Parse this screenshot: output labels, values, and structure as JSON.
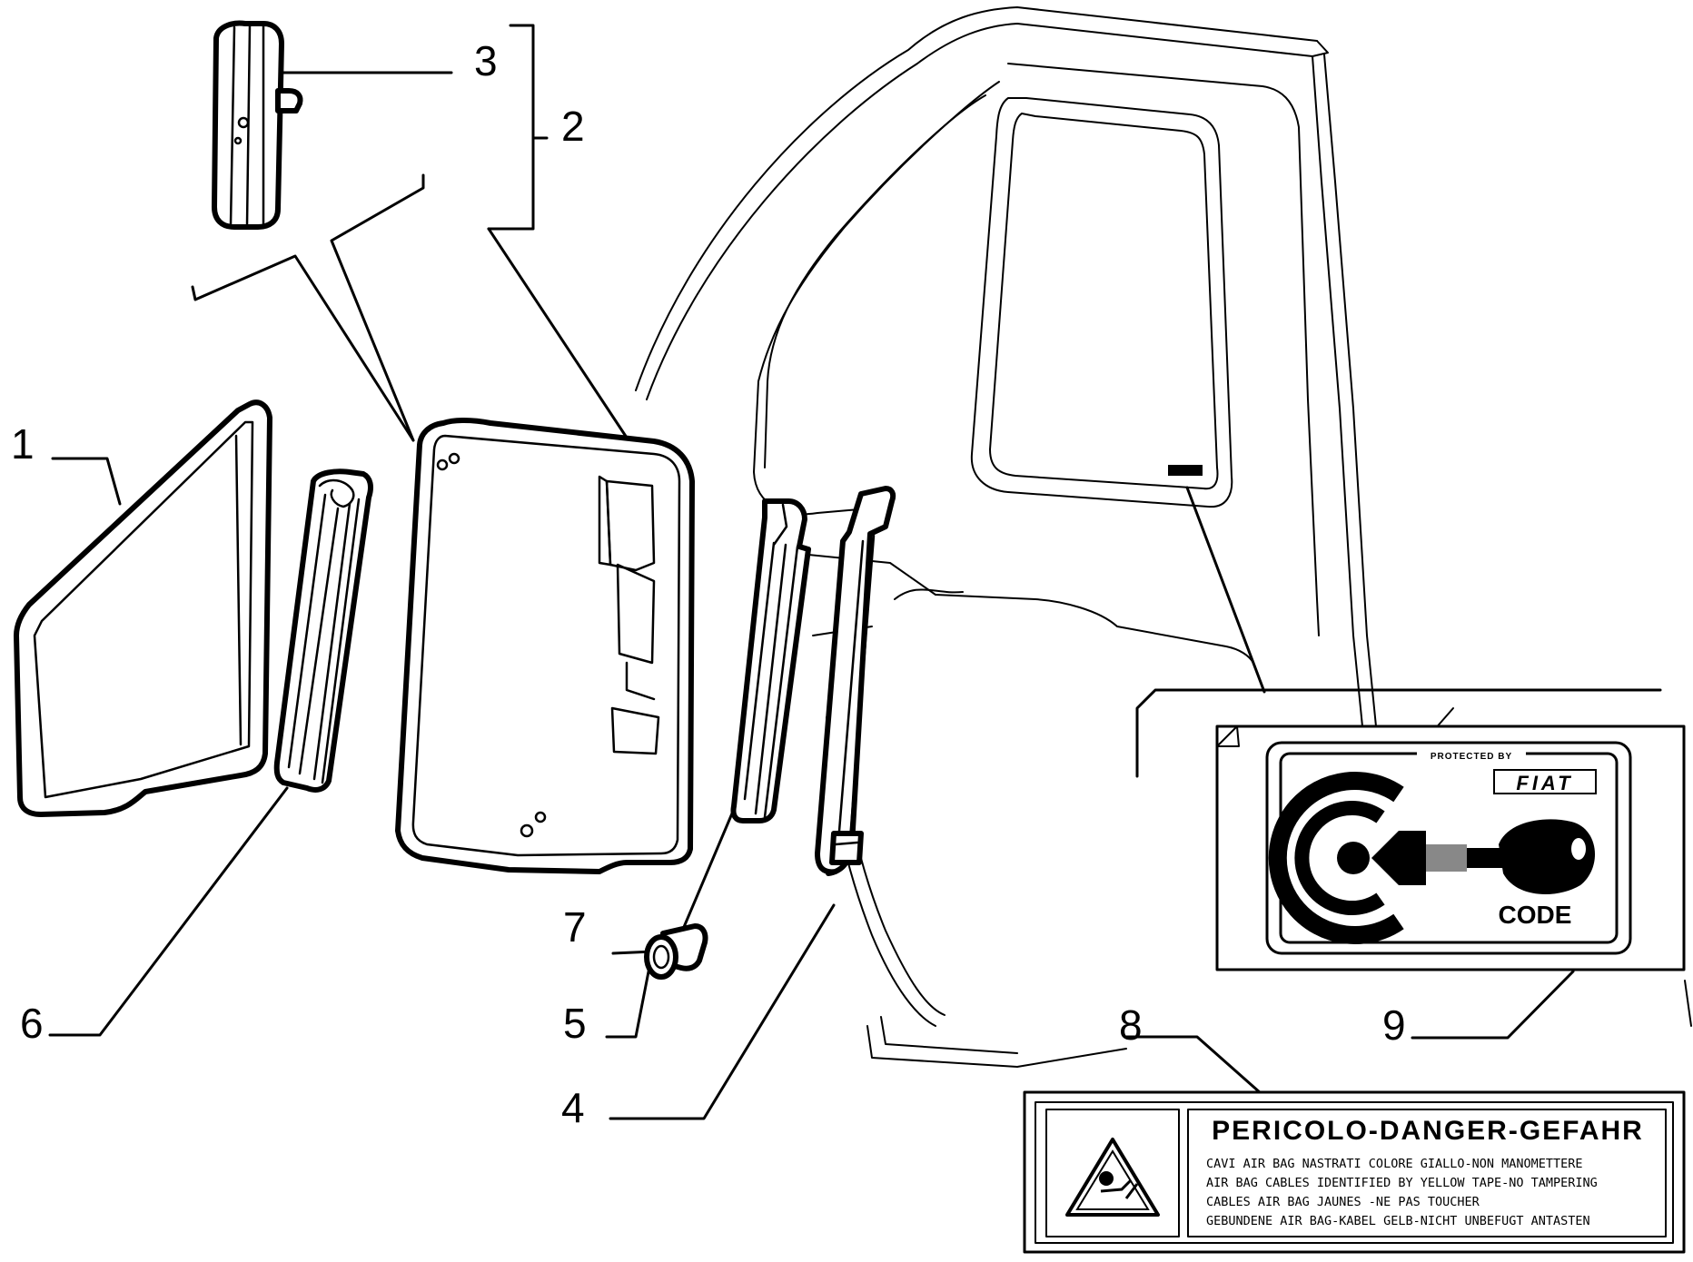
{
  "callouts": [
    "1",
    "2",
    "3",
    "4",
    "5",
    "6",
    "7",
    "8",
    "9"
  ],
  "danger_label": {
    "title": "PERICOLO-DANGER-GEFAHR",
    "lines": [
      "CAVI AIR BAG NASTRATI COLORE GIALLO-NON MANOMETTERE",
      "AIR BAG CABLES IDENTIFIED BY YELLOW TAPE-NO TAMPERING",
      "CABLES AIR BAG JAUNES -NE PAS TOUCHER",
      "GEBUNDENE AIR BAG-KABEL GELB-NICHT UNBEFUGT ANTASTEN"
    ]
  },
  "code_label": {
    "protected_by": "PROTECTED BY",
    "brand": "FIAT",
    "code": "CODE"
  },
  "icons": [
    "airbag-warning-icon",
    "fiat-code-key-icon"
  ]
}
